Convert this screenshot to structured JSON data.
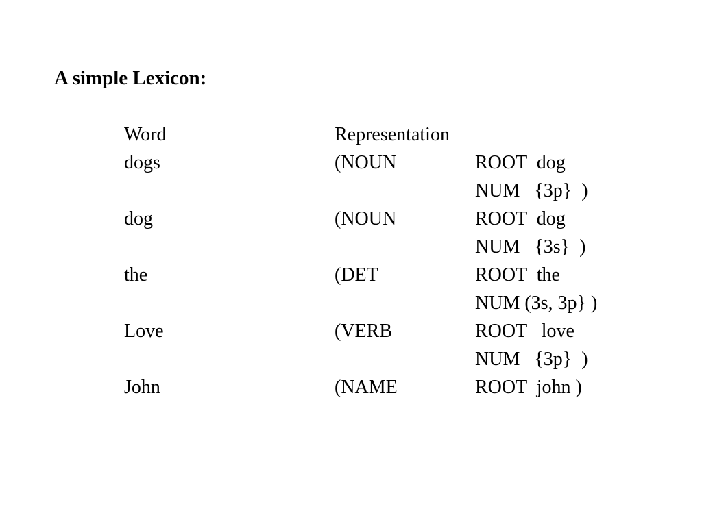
{
  "slide": {
    "title": "A simple Lexicon:",
    "headers": {
      "word": "Word",
      "representation": "Representation"
    },
    "rows": [
      {
        "word": "dogs",
        "category": "(NOUN",
        "feature": "ROOT  dog"
      },
      {
        "word": "",
        "category": "",
        "feature": "NUM   {3p}  )"
      },
      {
        "word": "dog",
        "category": "(NOUN",
        "feature": "ROOT  dog"
      },
      {
        "word": "",
        "category": "",
        "feature": "NUM   {3s}  )"
      },
      {
        "word": "the",
        "category": "(DET",
        "feature": "ROOT  the"
      },
      {
        "word": "",
        "category": "",
        "feature": "NUM (3s, 3p} )"
      },
      {
        "word": "Love",
        "category": "(VERB",
        "feature": "ROOT   love"
      },
      {
        "word": "",
        "category": "",
        "feature": "NUM   {3p}  )"
      },
      {
        "word": "John",
        "category": "(NAME",
        "feature": "ROOT  john )"
      }
    ]
  }
}
